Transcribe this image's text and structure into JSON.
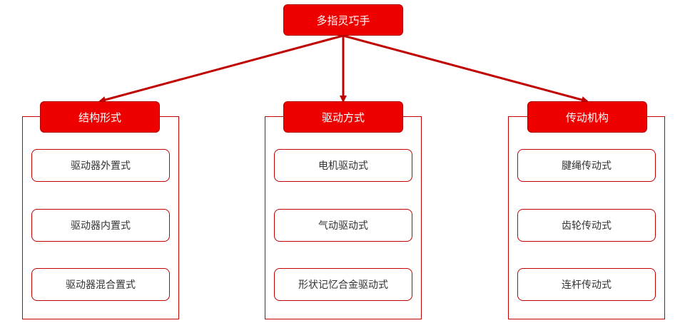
{
  "root": {
    "label": "多指灵巧手"
  },
  "categories": [
    {
      "label": "结构形式",
      "items": [
        "驱动器外置式",
        "驱动器内置式",
        "驱动器混合置式"
      ]
    },
    {
      "label": "驱动方式",
      "items": [
        "电机驱动式",
        "气动驱动式",
        "形状记忆合金驱动式"
      ]
    },
    {
      "label": "传动机构",
      "items": [
        "腱绳传动式",
        "齿轮传动式",
        "连杆传动式"
      ]
    }
  ],
  "colors": {
    "primary": "#ee0000",
    "border": "#c00000",
    "arrow": "#c00000",
    "item_text": "#333333"
  }
}
